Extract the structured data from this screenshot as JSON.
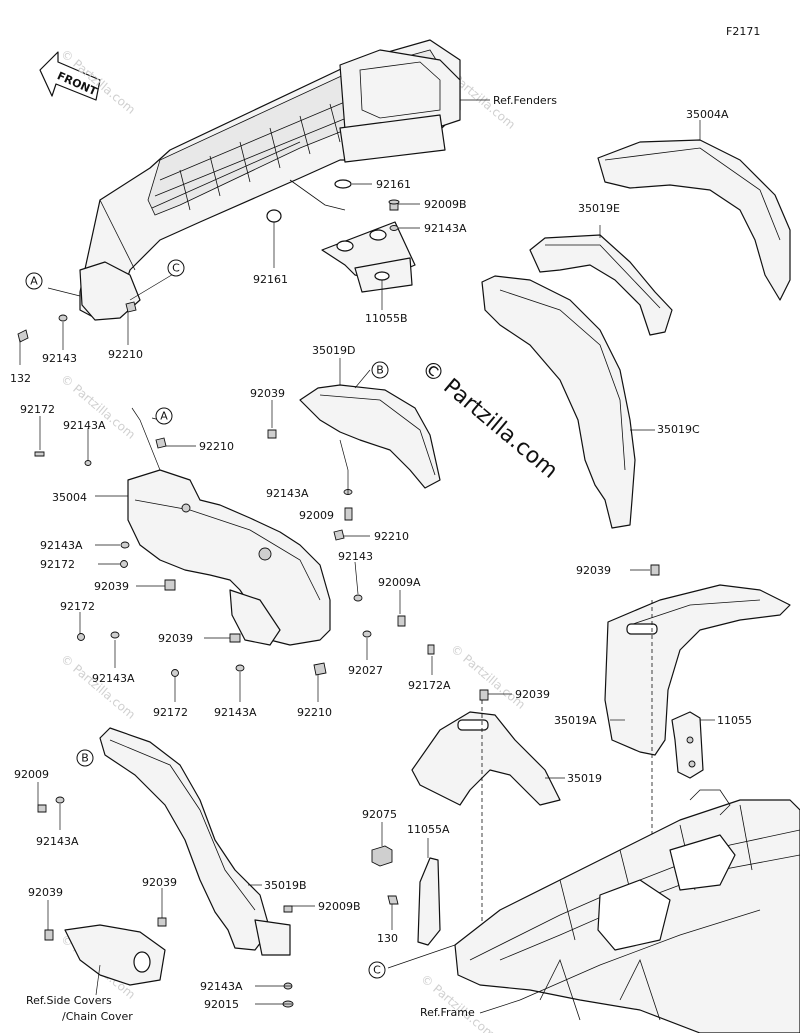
{
  "diagram_code": "F2171",
  "front_label": "FRONT",
  "watermark": "© Partzilla.com",
  "watermark_faint": "© Partzilla.com",
  "refs": {
    "fenders": "Ref.Fenders",
    "side_covers_1": "Ref.Side Covers",
    "side_covers_2": "/Chain Cover",
    "frame": "Ref.Frame"
  },
  "callouts": {
    "A": "A",
    "B": "B",
    "C": "C"
  },
  "parts": {
    "p35004A": "35004A",
    "p35019E": "35019E",
    "p35019C": "35019C",
    "p35019D": "35019D",
    "p35004": "35004",
    "p35019A": "35019A",
    "p35019": "35019",
    "p35019B": "35019B",
    "p11055B": "11055B",
    "p11055": "11055",
    "p11055A": "11055A",
    "p92161a": "92161",
    "p92161b": "92161",
    "p92009B_top": "92009B",
    "p92143A_top": "92143A",
    "p92143_left": "92143",
    "p92210_left": "92210",
    "p132": "132",
    "p92172_a": "92172",
    "p92143A_a": "92143A",
    "p92039_a": "92039",
    "p92210_a": "92210",
    "p92143A_b": "92143A",
    "p92009_a": "92009",
    "p92210_b": "92210",
    "p92143A_c": "92143A",
    "p92172_b": "92172",
    "p92039_b": "92039",
    "p92143_b": "92143",
    "p92009A": "92009A",
    "p92172_c": "92172",
    "p92039_c": "92039",
    "p92143A_d": "92143A",
    "p92027": "92027",
    "p92172A": "92172A",
    "p92172_d": "92172",
    "p92143A_e": "92143A",
    "p92210_c": "92210",
    "p92039_r": "92039",
    "p92039_m": "92039",
    "p92009_b": "92009",
    "p92143A_f": "92143A",
    "p92039_bl": "92039",
    "p92039_bm": "92039",
    "p92009B_b": "92009B",
    "p92143A_g": "92143A",
    "p92015": "92015",
    "p92075": "92075",
    "p130": "130"
  }
}
